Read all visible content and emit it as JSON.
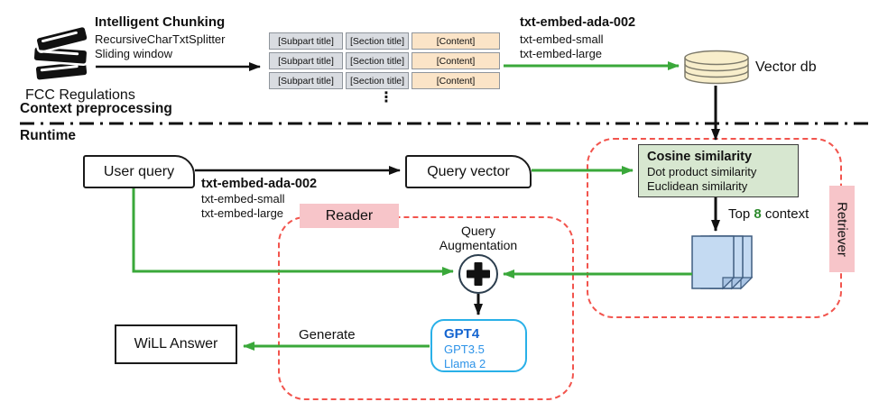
{
  "stages": {
    "preprocessing_label": "Context preprocessing",
    "runtime_label": "Runtime"
  },
  "source": {
    "label": "FCC Regulations"
  },
  "chunking": {
    "title": "Intelligent Chunking",
    "line1": "RecursiveCharTxtSplitter",
    "line2": "Sliding window"
  },
  "chunks": {
    "rows": [
      {
        "subpart": "[Subpart title]",
        "section": "[Section title]",
        "content": "[Content]"
      },
      {
        "subpart": "[Subpart title]",
        "section": "[Section title]",
        "content": "[Content]"
      },
      {
        "subpart": "[Subpart title]",
        "section": "[Section title]",
        "content": "[Content]"
      }
    ],
    "ellipsis": "⋮"
  },
  "embedding_preprocess": {
    "title": "txt-embed-ada-002",
    "alt1": "txt-embed-small",
    "alt2": "txt-embed-large"
  },
  "vector_db": {
    "label": "Vector db"
  },
  "user_query": {
    "label": "User query"
  },
  "embedding_runtime": {
    "title": "txt-embed-ada-002",
    "alt1": "txt-embed-small",
    "alt2": "txt-embed-large"
  },
  "query_vector": {
    "label": "Query vector"
  },
  "similarity": {
    "title": "Cosine similarity",
    "line1": "Dot product similarity",
    "line2": "Euclidean similarity"
  },
  "top_context": {
    "prefix": "Top ",
    "count": "8",
    "suffix": " context"
  },
  "retriever": {
    "label": "Retriever"
  },
  "reader": {
    "label": "Reader"
  },
  "augmentation": {
    "line1": "Query",
    "line2": "Augmentation"
  },
  "llm": {
    "title": "GPT4",
    "alt1": "GPT3.5",
    "alt2": "Llama 2"
  },
  "generate": {
    "label": "Generate"
  },
  "answer": {
    "label": "WiLL Answer"
  },
  "icons": {
    "source": "books-icon",
    "database": "database-cylinder-icon",
    "documents": "documents-stack-icon",
    "combiner": "plus-circle-icon"
  },
  "colors": {
    "arrow_green": "#3aa83a",
    "dashed_red": "#f2544d",
    "tag_pink": "#f7c5c9",
    "similarity_fill": "#d7e7d0",
    "chunk_gray": "#d9dce1",
    "chunk_peach": "#fbe4c7",
    "doc_blue": "#c4daf2",
    "db_cream": "#f8eecb",
    "llm_border_blue": "#29b0e8",
    "llm_text_blue": "#1565d0"
  }
}
